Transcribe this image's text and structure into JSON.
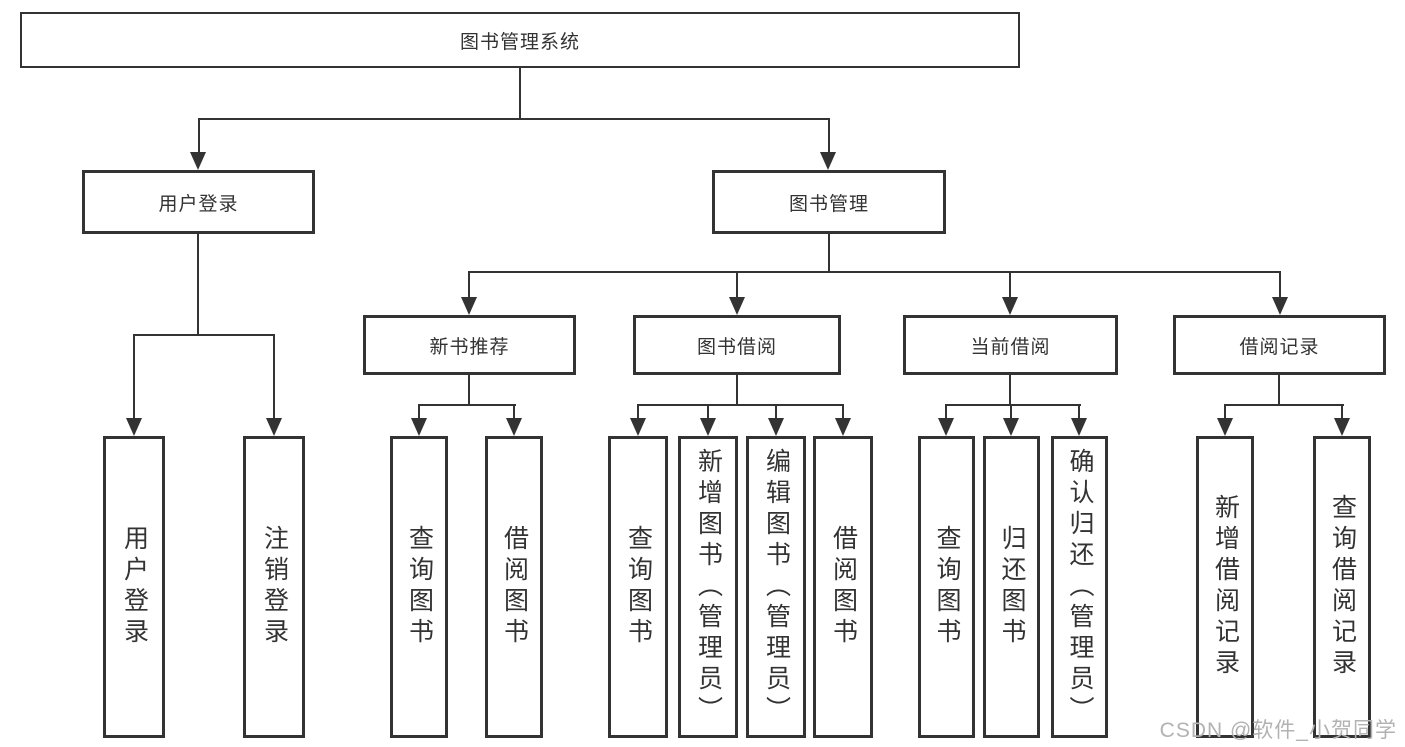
{
  "colors": {
    "background": "#ffffff",
    "line": "#333333",
    "box_border": "#333333",
    "text": "#333333",
    "watermark_text": "#b2b2b2"
  },
  "watermark": {
    "text": "CSDN @软件_小贺同学"
  },
  "tree": {
    "root": {
      "label": "图书管理系统",
      "children": [
        {
          "label": "用户登录",
          "children": [
            {
              "label": "用户登录"
            },
            {
              "label": "注销登录"
            }
          ]
        },
        {
          "label": "图书管理",
          "children": [
            {
              "label": "新书推荐",
              "children": [
                {
                  "label": "查询图书"
                },
                {
                  "label": "借阅图书"
                }
              ]
            },
            {
              "label": "图书借阅",
              "children": [
                {
                  "label": "查询图书"
                },
                {
                  "label": "新增图书（管理员）"
                },
                {
                  "label": "编辑图书（管理员）"
                },
                {
                  "label": "借阅图书"
                }
              ]
            },
            {
              "label": "当前借阅",
              "children": [
                {
                  "label": "查询图书"
                },
                {
                  "label": "归还图书"
                },
                {
                  "label": "确认归还（管理员）"
                }
              ]
            },
            {
              "label": "借阅记录",
              "children": [
                {
                  "label": "新增借阅记录"
                },
                {
                  "label": "查询借阅记录"
                }
              ]
            }
          ]
        }
      ]
    }
  }
}
